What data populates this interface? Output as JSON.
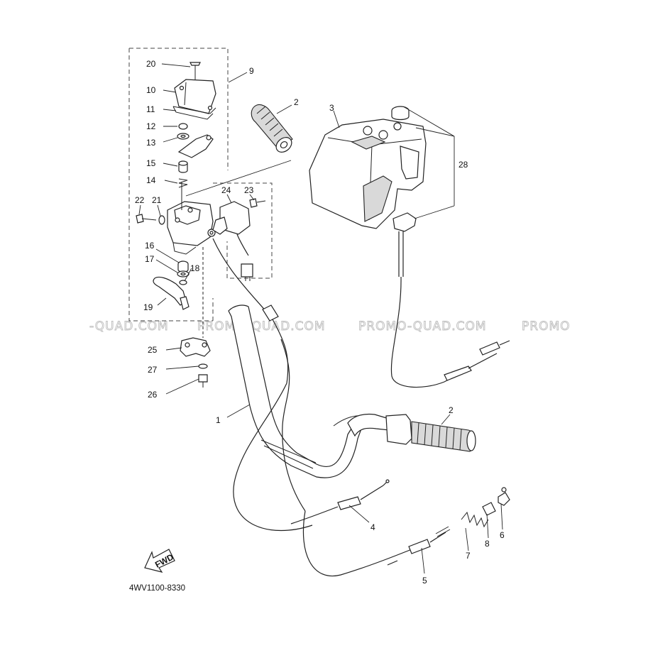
{
  "diagram": {
    "reference_code": "4WV1100-8330",
    "direction_arrow_text": "FWD",
    "watermark_segments": [
      "-QUAD.COM",
      "PROMO-QUAD.COM",
      "PROMO-QUAD.COM",
      "PROMO"
    ],
    "callouts": {
      "c1": "1",
      "c2a": "2",
      "c2b": "2",
      "c3": "3",
      "c4": "4",
      "c5": "5",
      "c6": "6",
      "c7": "7",
      "c8": "8",
      "c9": "9",
      "c10": "10",
      "c11": "11",
      "c12": "12",
      "c13": "13",
      "c14": "14",
      "c15": "15",
      "c16": "16",
      "c17": "17",
      "c18": "18",
      "c19": "19",
      "c20": "20",
      "c21": "21",
      "c22": "22",
      "c23": "23",
      "c24": "24",
      "c25": "25",
      "c26": "26",
      "c27": "27",
      "c28": "28"
    }
  }
}
